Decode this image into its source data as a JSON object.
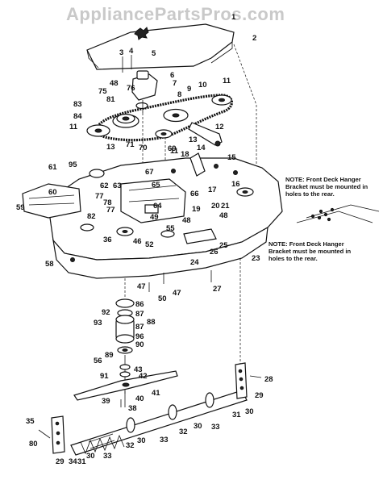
{
  "watermark": "AppliancePartsPros.com",
  "note_top": {
    "line1": "NOTE: Front Deck Hanger",
    "line2": "Bracket must be mounted in",
    "line3": "holes to the rear."
  },
  "note_bottom": {
    "line1": "NOTE: Front Deck Hanger",
    "line2": "Bracket must be mounted in",
    "line3": "holes to the rear."
  },
  "callouts": [
    "1",
    "2",
    "3",
    "4",
    "5",
    "6",
    "7",
    "75",
    "76",
    "48",
    "9",
    "10",
    "11",
    "8",
    "83",
    "84",
    "81",
    "11",
    "13",
    "71",
    "70",
    "13",
    "11",
    "12",
    "14",
    "69",
    "18",
    "15",
    "95",
    "61",
    "60",
    "59",
    "62",
    "63",
    "67",
    "65",
    "64",
    "17",
    "16",
    "66",
    "77",
    "78",
    "77",
    "82",
    "36",
    "46",
    "52",
    "49",
    "55",
    "48",
    "19",
    "20",
    "21",
    "48",
    "58",
    "24",
    "26",
    "25",
    "23",
    "47",
    "50",
    "47",
    "27",
    "86",
    "87",
    "92",
    "93",
    "88",
    "87",
    "96",
    "90",
    "56",
    "89",
    "43",
    "91",
    "42",
    "39",
    "40",
    "41",
    "38",
    "28",
    "29",
    "35",
    "80",
    "29",
    "34",
    "31",
    "30",
    "33",
    "32",
    "30",
    "33",
    "32",
    "30",
    "33",
    "31",
    "30"
  ]
}
